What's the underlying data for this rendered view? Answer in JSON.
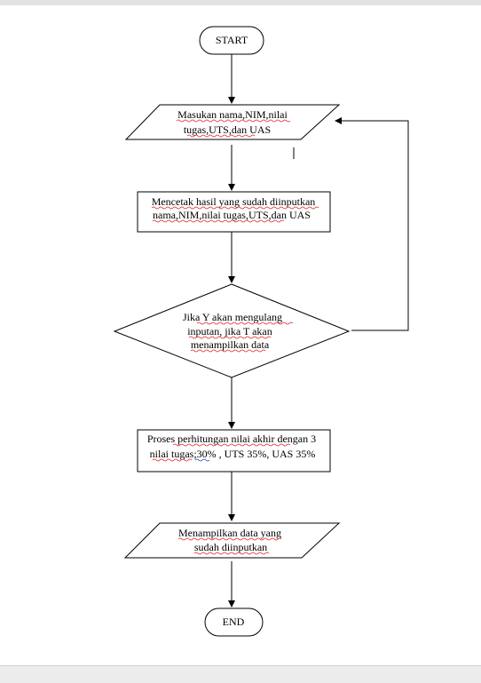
{
  "flowchart": {
    "start_label": "START",
    "input_line1": "Masukan nama,NIM,nilai",
    "input_line2": "tugas,UTS,dan UAS",
    "print_line1": "Mencetak hasil yang sudah diinputkan",
    "print_line2": "nama,NIM,nilai tugas,UTS,dan UAS",
    "decision_line1": "Jika Y akan mengulang",
    "decision_line2": "inputan, jika T akan",
    "decision_line3": "menampilkan data",
    "process_line1": "Proses perhitungan nilai akhir dengan 3",
    "process_line2": "nilai tugas;30% , UTS 35%, UAS 35%",
    "output_line1": "Menampilkan data yang",
    "output_line2": "sudah diinputkan",
    "end_label": "END"
  },
  "colors": {
    "spellcheck_underline": "#e02020",
    "grammar_underline": "#2040d0",
    "page_background": "#ffffff",
    "chrome_background": "#e8e8e8"
  }
}
